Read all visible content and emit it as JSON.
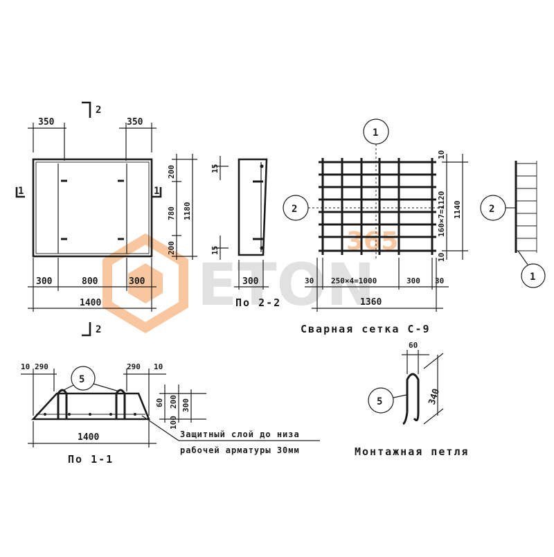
{
  "colors": {
    "ink": "#1a1a1a",
    "watermark_orange": "#f39a52",
    "watermark_gray": "#c9c9c9"
  },
  "plan": {
    "top_dims": [
      "350",
      "350"
    ],
    "section_mark_top": "2",
    "section_mark_bottom": "2",
    "side_mark_left": "1",
    "side_mark_right": "1",
    "right_dims": [
      "200",
      "780",
      "200",
      "1180"
    ],
    "bottom_dims": [
      "300",
      "800",
      "300",
      "1400"
    ]
  },
  "section22": {
    "dims": [
      "15",
      "15"
    ],
    "width_dim": "300",
    "caption": "По 2-2"
  },
  "mesh": {
    "marker_top": "1",
    "marker_left": "2",
    "marker_right": "2",
    "marker_side_bottom": "1",
    "right_dims": [
      "10",
      "160×7=1120",
      "10",
      "1140"
    ],
    "bottom_dims": [
      "30",
      "250×4=1000",
      "300",
      "30",
      "1360"
    ],
    "caption": "Сварная сетка С-9"
  },
  "section11": {
    "top_dims": [
      "10",
      "290",
      "290",
      "10"
    ],
    "marker": "5",
    "right_dims": [
      "60",
      "200",
      "300",
      "100"
    ],
    "width_dim": "1400",
    "caption": "По 1-1",
    "note_line1": "Защитный слой до низа",
    "note_line2": "рабочей арматуры 30мм"
  },
  "loop": {
    "dim_width": "60",
    "dim_height": "340",
    "marker": "5",
    "caption": "Монтажная петля"
  },
  "watermark": {
    "text_top": "365",
    "text_main": "ETON"
  }
}
